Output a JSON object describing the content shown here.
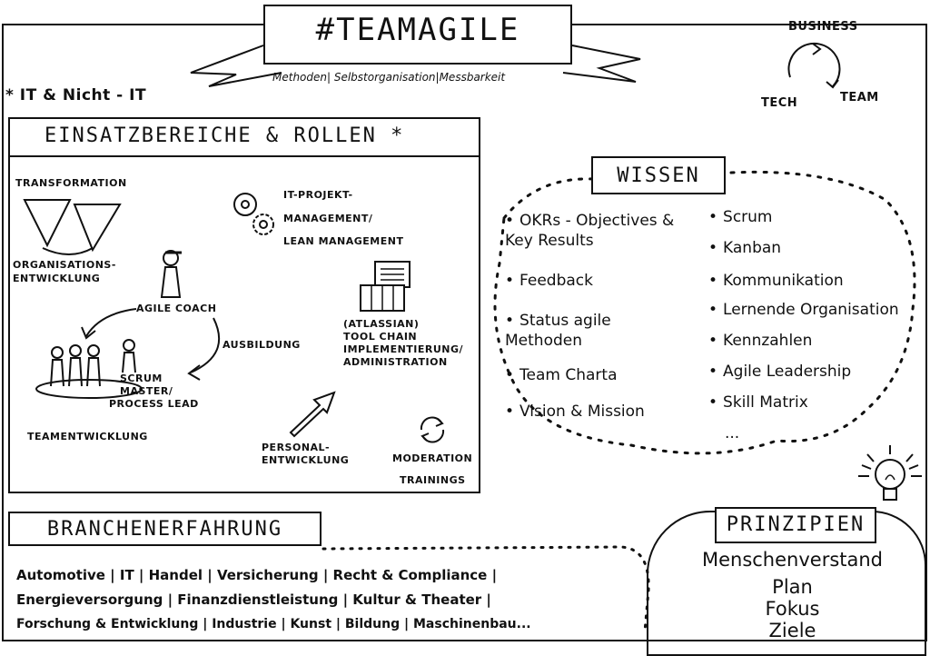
{
  "header": {
    "title": "#TEAMAGILE",
    "subtitle": "Methoden| Selbstorganisation|Messbarkeit",
    "scope_note": "* IT & Nicht - IT"
  },
  "cycle": {
    "labels": [
      "BUSINESS",
      "TEAM",
      "TECH"
    ]
  },
  "roles": {
    "heading": "EINSATZBEREICHE & ROLLEN *",
    "transformation": "TRANSFORMATION",
    "org_line1": "ORGANISATIONS-",
    "org_line2": "ENTWICKLUNG",
    "pm_line1": "IT-PROJEKT-",
    "pm_line2": "MANAGEMENT/",
    "pm_line3": "LEAN MANAGEMENT",
    "agile_coach": "AGILE COACH",
    "ausbildung": "AUSBILDUNG",
    "scrum_line1": "SCRUM",
    "scrum_line2": "MASTER/",
    "scrum_line3": "PROCESS LEAD",
    "teamentwicklung": "TEAMENTWICKLUNG",
    "tool_line1": "(ATLASSIAN)",
    "tool_line2": "TOOL CHAIN",
    "tool_line3": "IMPLEMENTIERUNG/",
    "tool_line4": "ADMINISTRATION",
    "personal_line1": "PERSONAL-",
    "personal_line2": "ENTWICKLUNG",
    "moderation_line1": "MODERATION",
    "moderation_line2": "TRAININGS"
  },
  "wissen": {
    "heading": "WISSEN",
    "left_items": [
      "OKRs - Objectives & Key Results",
      "Feedback",
      "Status agile Methoden",
      "Team Charta",
      "Vision & Mission"
    ],
    "right_items": [
      "Scrum",
      "Kanban",
      "Kommunikation",
      "Lernende Organisation",
      "Kennzahlen",
      "Agile Leadership",
      "Skill Matrix",
      "..."
    ]
  },
  "branchen": {
    "heading": "BRANCHENERFAHRUNG",
    "line1": "Automotive | IT | Handel | Versicherung | Recht & Compliance |",
    "line2": "Energieversorgung | Finanzdienstleistung | Kultur & Theater |",
    "line3": "Forschung & Entwicklung | Industrie | Kunst | Bildung | Maschinenbau..."
  },
  "prinzipien": {
    "heading": "PRINZIPIEN",
    "items": [
      "Menschenverstand",
      "Plan",
      "Fokus",
      "Ziele"
    ]
  }
}
